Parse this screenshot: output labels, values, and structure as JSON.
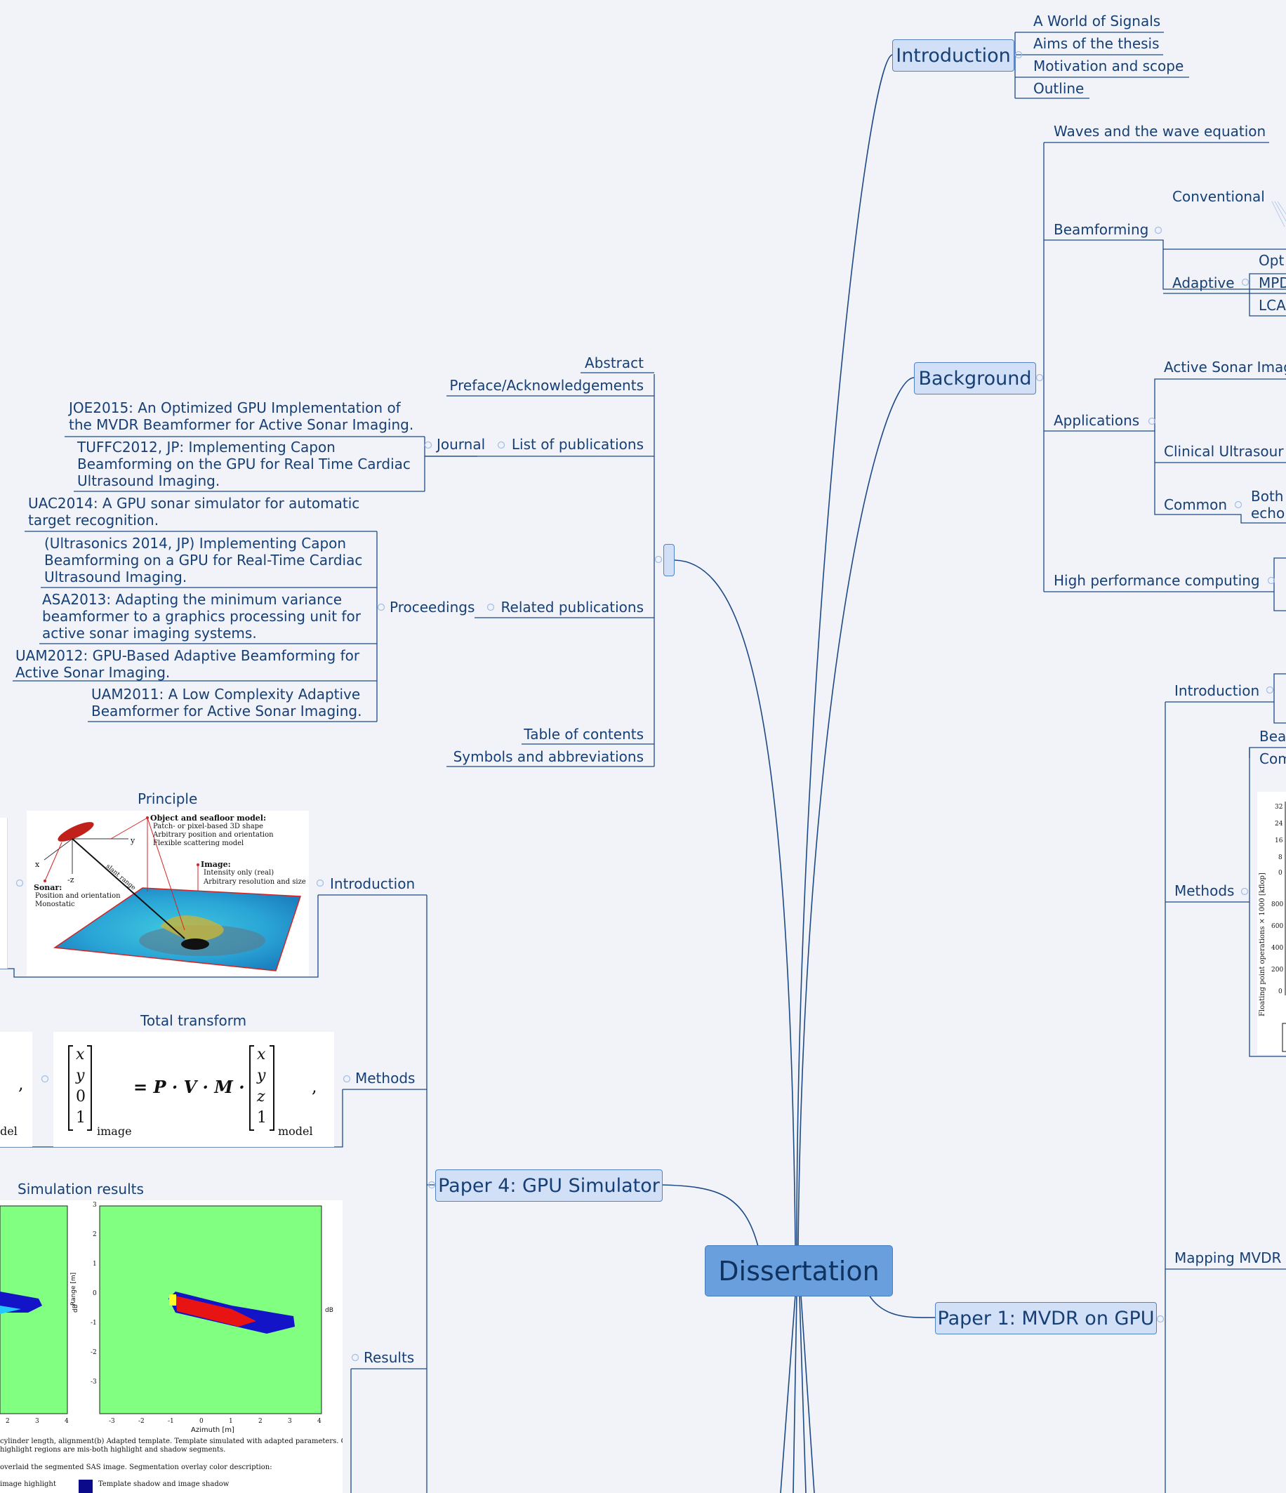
{
  "center": "Dissertation",
  "introduction": {
    "title": "Introduction",
    "items": [
      "A World of Signals",
      "Aims of the thesis",
      "Motivation and scope",
      "Outline"
    ]
  },
  "background": {
    "title": "Background",
    "waves": "Waves and the wave equation",
    "beamforming": "Beamforming",
    "conventional": "Conventional",
    "adaptive": "Adaptive",
    "adaptive_items": [
      "Opt",
      "MPD",
      "LCA"
    ],
    "applications": "Applications",
    "active_sonar": "Active Sonar Imag",
    "clinical": "Clinical Ultrasour",
    "common": "Common",
    "common_item": "Both echo",
    "hpc": "High performance computing"
  },
  "front_matter": {
    "abstract": "Abstract",
    "preface": "Preface/Acknowledgements",
    "list_of_publications": "List of publications",
    "journal": "Journal",
    "journal_items": [
      "JOE2015: An Optimized GPU Implementation of the MVDR Beamformer for Active Sonar Imaging.",
      "TUFFC2012, JP: Implementing Capon Beamforming on the GPU for Real Time Cardiac Ultrasound Imaging."
    ],
    "related_publications": "Related publications",
    "proceedings": "Proceedings",
    "proceedings_items": [
      "UAC2014: A GPU sonar simulator for automatic target recognition.",
      "(Ultrasonics 2014, JP) Implementing Capon Beamforming on a GPU for Real-Time Cardiac Ultrasound Imaging.",
      "ASA2013: Adapting the minimum variance beamformer to a graphics processing unit for active sonar imaging systems.",
      "UAM2012: GPU-Based Adaptive Beamforming for Active Sonar Imaging.",
      "UAM2011: A Low Complexity Adaptive Beamformer for Active Sonar Imaging."
    ],
    "toc": "Table of contents",
    "symbols": "Symbols and abbreviations"
  },
  "paper4": {
    "title": "Paper 4: GPU Simulator",
    "introduction": "Introduction",
    "principle": "Principle",
    "methods": "Methods",
    "total_transform": "Total transform",
    "results": "Results",
    "simulation_results": "Simulation results",
    "principle_figure": {
      "object_title": "Object and seafloor model:",
      "object_items": [
        "Patch- or pixel-based 3D shape",
        "Arbitrary position and orientation",
        "Flexible scattering model"
      ],
      "image_title": "Image:",
      "image_items": [
        "Intensity only (real)",
        "Arbitrary resolution and size"
      ],
      "sonar_title": "Sonar:",
      "sonar_items": [
        "Position and orientation",
        "Monostatic"
      ],
      "axis_labels": [
        "y",
        "x",
        "-z",
        "slant range"
      ]
    },
    "equation": {
      "lhs": [
        "x",
        "y",
        "0",
        "1"
      ],
      "lhs_sub": "image",
      "operator": "= P · V · M ·",
      "rhs": [
        "x",
        "y",
        "z",
        "1"
      ],
      "rhs_sub": "model",
      "left_fragment_sub": "del",
      "comma": ","
    },
    "sim_figure": {
      "y_ticks": [
        "3",
        "2",
        "1",
        "0",
        "-1",
        "-2",
        "-3"
      ],
      "x_ticks": [
        "-3",
        "-2",
        "-1",
        "0",
        "1",
        "2",
        "3",
        "4"
      ],
      "x_ticks_left": [
        "2",
        "3",
        "4"
      ],
      "xlabel": "Azimuth [m]",
      "ylabel": "Range [m]",
      "db": "dB",
      "caption1": "cylinder length, alignment(b) Adapted template. Template simulated with adapted parameters. Good fit in",
      "caption2": "highlight regions are mis-both highlight and shadow segments.",
      "caption3": "overlaid the segmented SAS image. Segmentation overlay color description:",
      "legend1": "image highlight",
      "legend2": "Template shadow and image shadow"
    }
  },
  "paper1": {
    "title": "Paper 1: MVDR on GPU",
    "introduction": "Introduction",
    "methods": "Methods",
    "mapping": "Mapping MVDR",
    "stub_items": [
      "Bea",
      "Com"
    ],
    "plot": {
      "ylabel": "Floating point operations × 1000 [kflop]",
      "ticks_top": [
        "32",
        "24",
        "16",
        "8",
        "0"
      ],
      "ticks_bottom": [
        "800",
        "600",
        "400",
        "200",
        "0"
      ]
    }
  }
}
